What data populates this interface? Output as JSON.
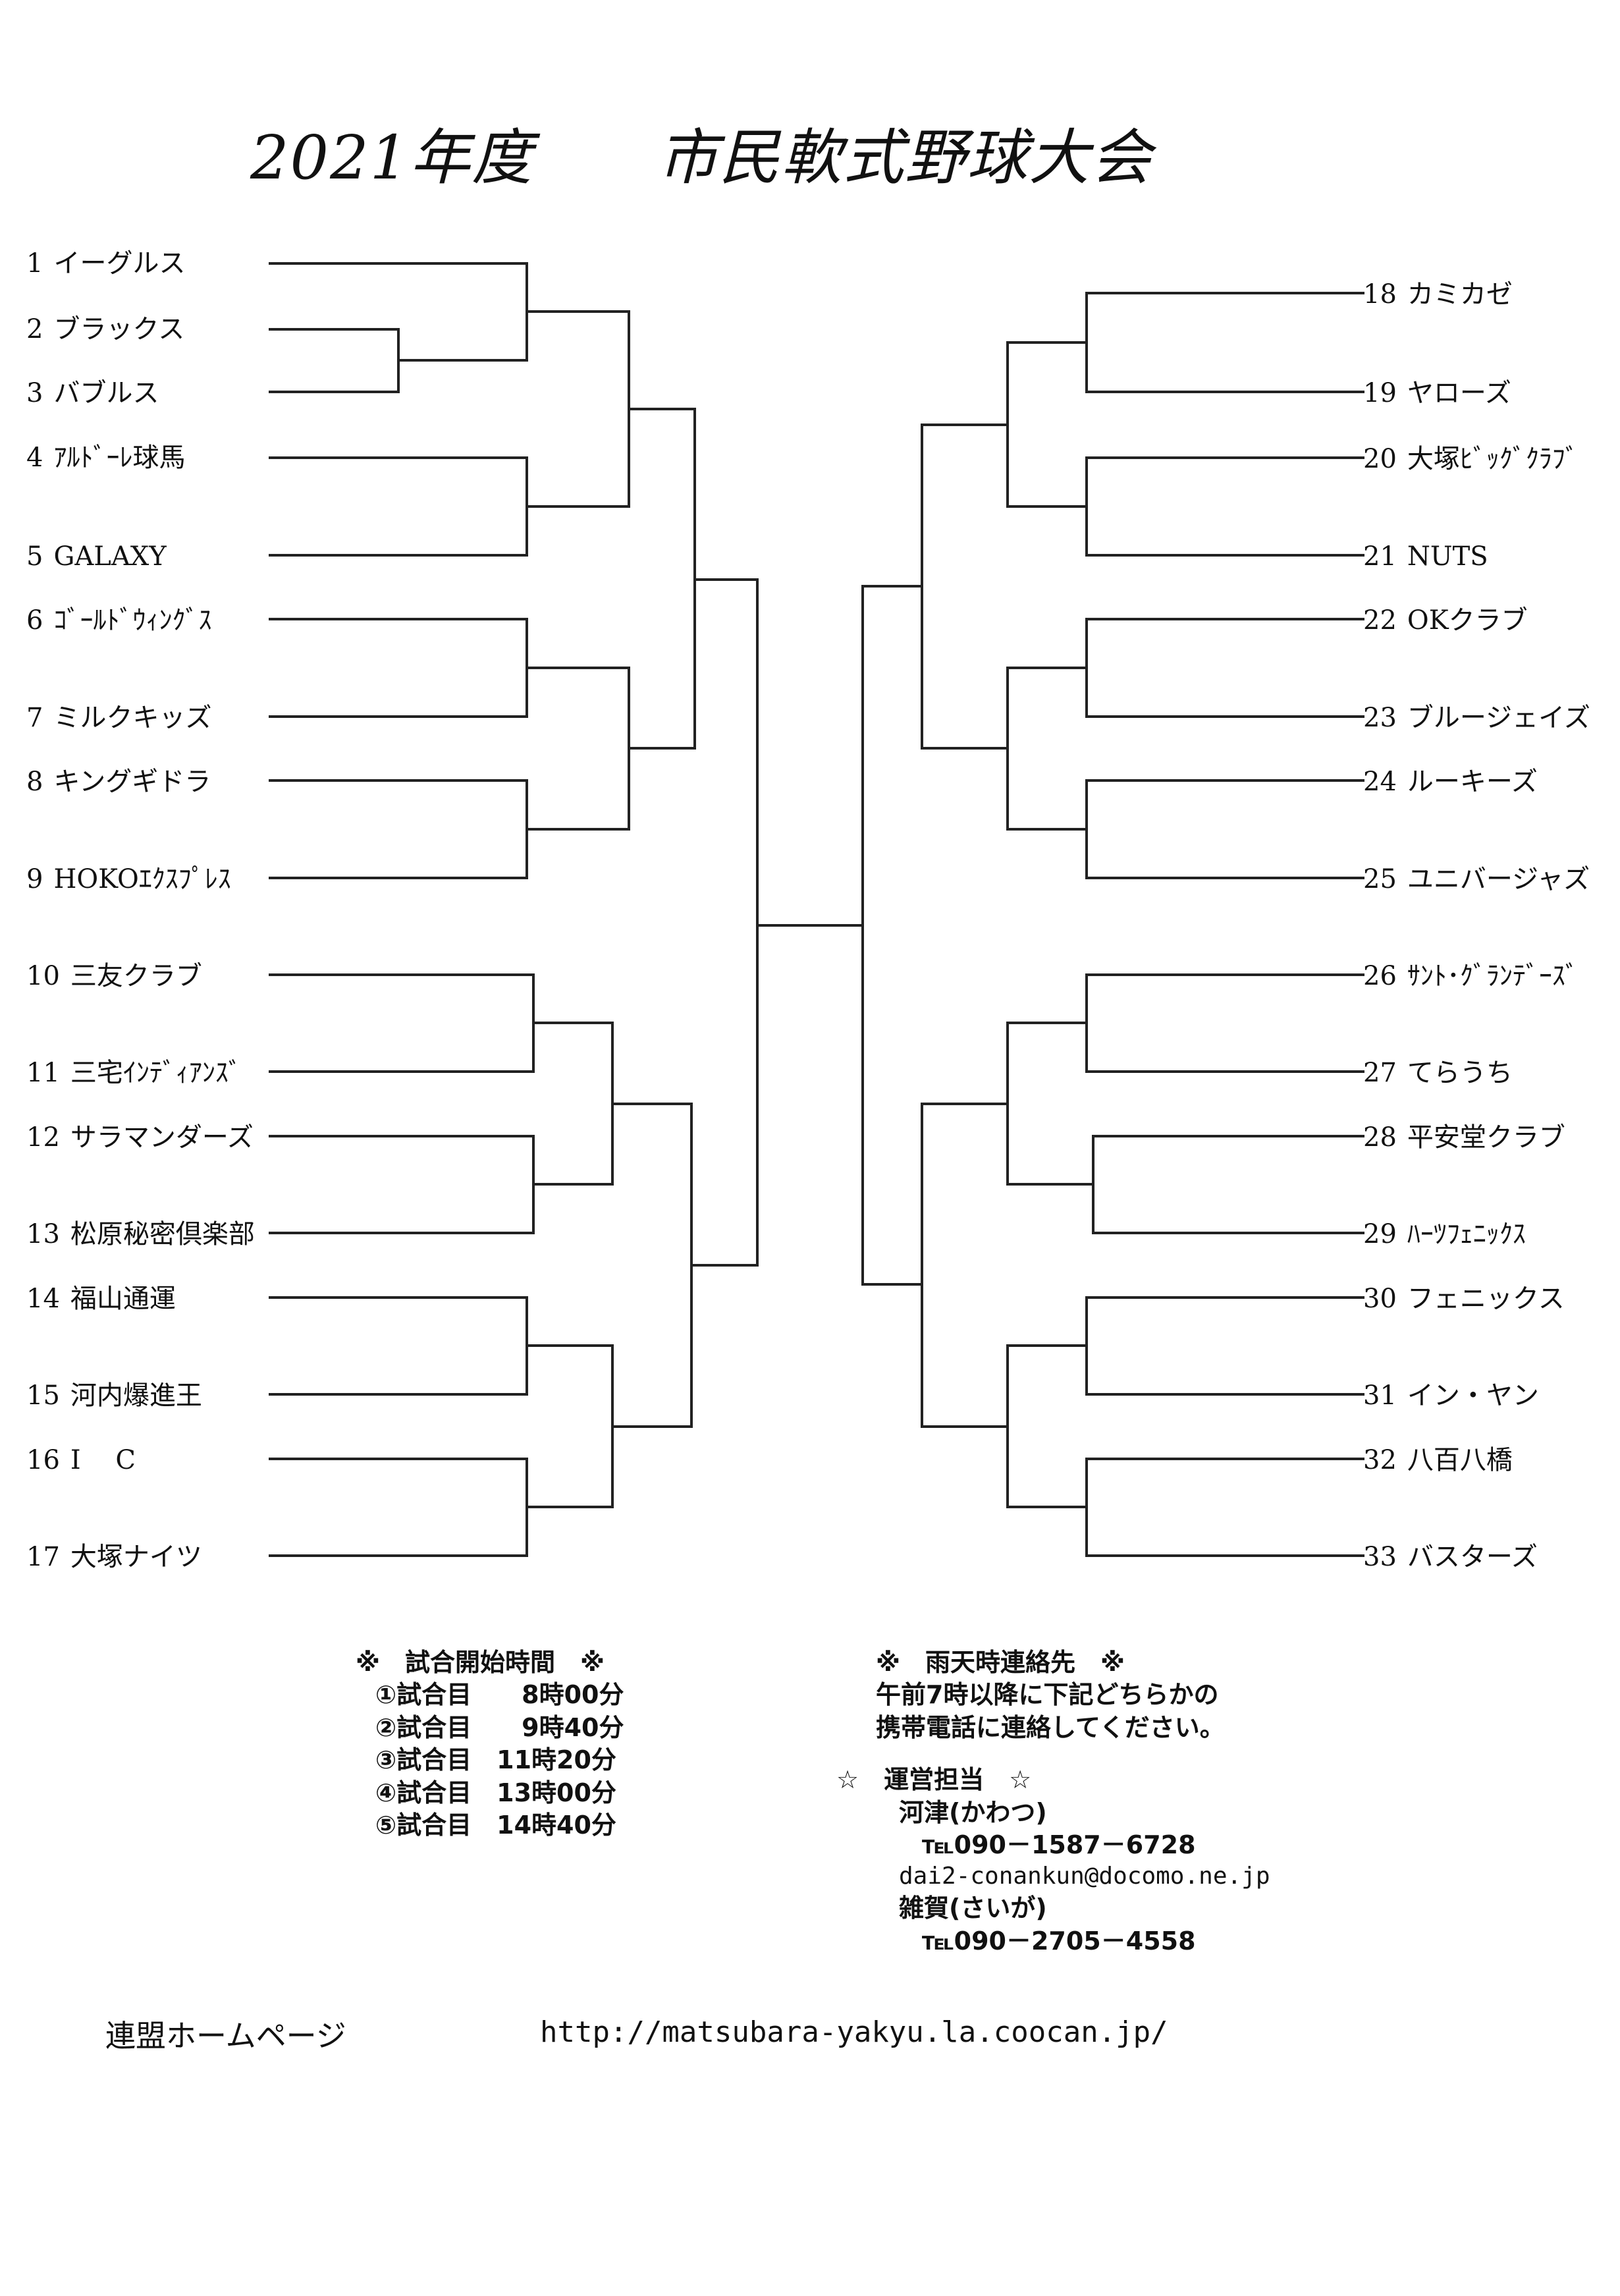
{
  "title": "2021年度　　市民軟式野球大会",
  "teams_left": [
    {
      "num": "1",
      "name": "イーグルス"
    },
    {
      "num": "2",
      "name": "ブラックス"
    },
    {
      "num": "3",
      "name": "バブルス"
    },
    {
      "num": "4",
      "name": "ｱﾙﾄﾞｰﾚ球馬"
    },
    {
      "num": "5",
      "name": "GALAXY"
    },
    {
      "num": "6",
      "name": "ｺﾞｰﾙﾄﾞｳｨﾝｸﾞｽ"
    },
    {
      "num": "7",
      "name": "ミルクキッズ"
    },
    {
      "num": "8",
      "name": "キングギドラ"
    },
    {
      "num": "9",
      "name": "HOKOｴｸｽﾌﾟﾚｽ"
    },
    {
      "num": "10",
      "name": "三友クラブ"
    },
    {
      "num": "11",
      "name": "三宅ｲﾝﾃﾞｨｱﾝｽﾞ"
    },
    {
      "num": "12",
      "name": "サラマンダーズ"
    },
    {
      "num": "13",
      "name": "松原秘密倶楽部"
    },
    {
      "num": "14",
      "name": "福山通運"
    },
    {
      "num": "15",
      "name": "河内爆進王"
    },
    {
      "num": "16",
      "name": "I　 C"
    },
    {
      "num": "17",
      "name": "大塚ナイツ"
    }
  ],
  "teams_right": [
    {
      "num": "18",
      "name": "カミカゼ"
    },
    {
      "num": "19",
      "name": "ヤローズ"
    },
    {
      "num": "20",
      "name": "大塚ﾋﾞｯｸﾞｸﾗﾌﾞ"
    },
    {
      "num": "21",
      "name": "NUTS"
    },
    {
      "num": "22",
      "name": "OKクラブ"
    },
    {
      "num": "23",
      "name": "ブルージェイズ"
    },
    {
      "num": "24",
      "name": "ルーキーズ"
    },
    {
      "num": "25",
      "name": "ユニバージャズ"
    },
    {
      "num": "26",
      "name": "ｻﾝﾄ･ｸﾞﾗﾝﾃﾞｰｽﾞ"
    },
    {
      "num": "27",
      "name": "てらうち"
    },
    {
      "num": "28",
      "name": "平安堂クラブ"
    },
    {
      "num": "29",
      "name": "ﾊｰﾂﾌｪﾆｯｸｽ"
    },
    {
      "num": "30",
      "name": "フェニックス"
    },
    {
      "num": "31",
      "name": "イン・ヤン"
    },
    {
      "num": "32",
      "name": "八百八橋"
    },
    {
      "num": "33",
      "name": "バスターズ"
    }
  ],
  "schedule": {
    "heading": "※　試合開始時間　※",
    "rows": [
      "①試合目　　8時00分",
      "②試合目　　9時40分",
      "③試合目　11時20分",
      "④試合目　13時00分",
      "⑤試合目　14時40分"
    ]
  },
  "rain_contact": {
    "heading": "※　雨天時連絡先　※",
    "line1": "午前7時以降に下記どちらかの",
    "line2": "携帯電話に連絡してください。",
    "staff_heading": "☆　運営担当　☆",
    "person1_name": "河津(かわつ)",
    "person1_tel": "℡090－1587－6728",
    "person1_email": "dai2-conankun@docomo.ne.jp",
    "person2_name": "雑賀(さいが)",
    "person2_tel": "℡090－2705－4558"
  },
  "footer": {
    "label": "連盟ホームページ",
    "url": "http://matsubara-yakyu.la.coocan.jp/"
  }
}
